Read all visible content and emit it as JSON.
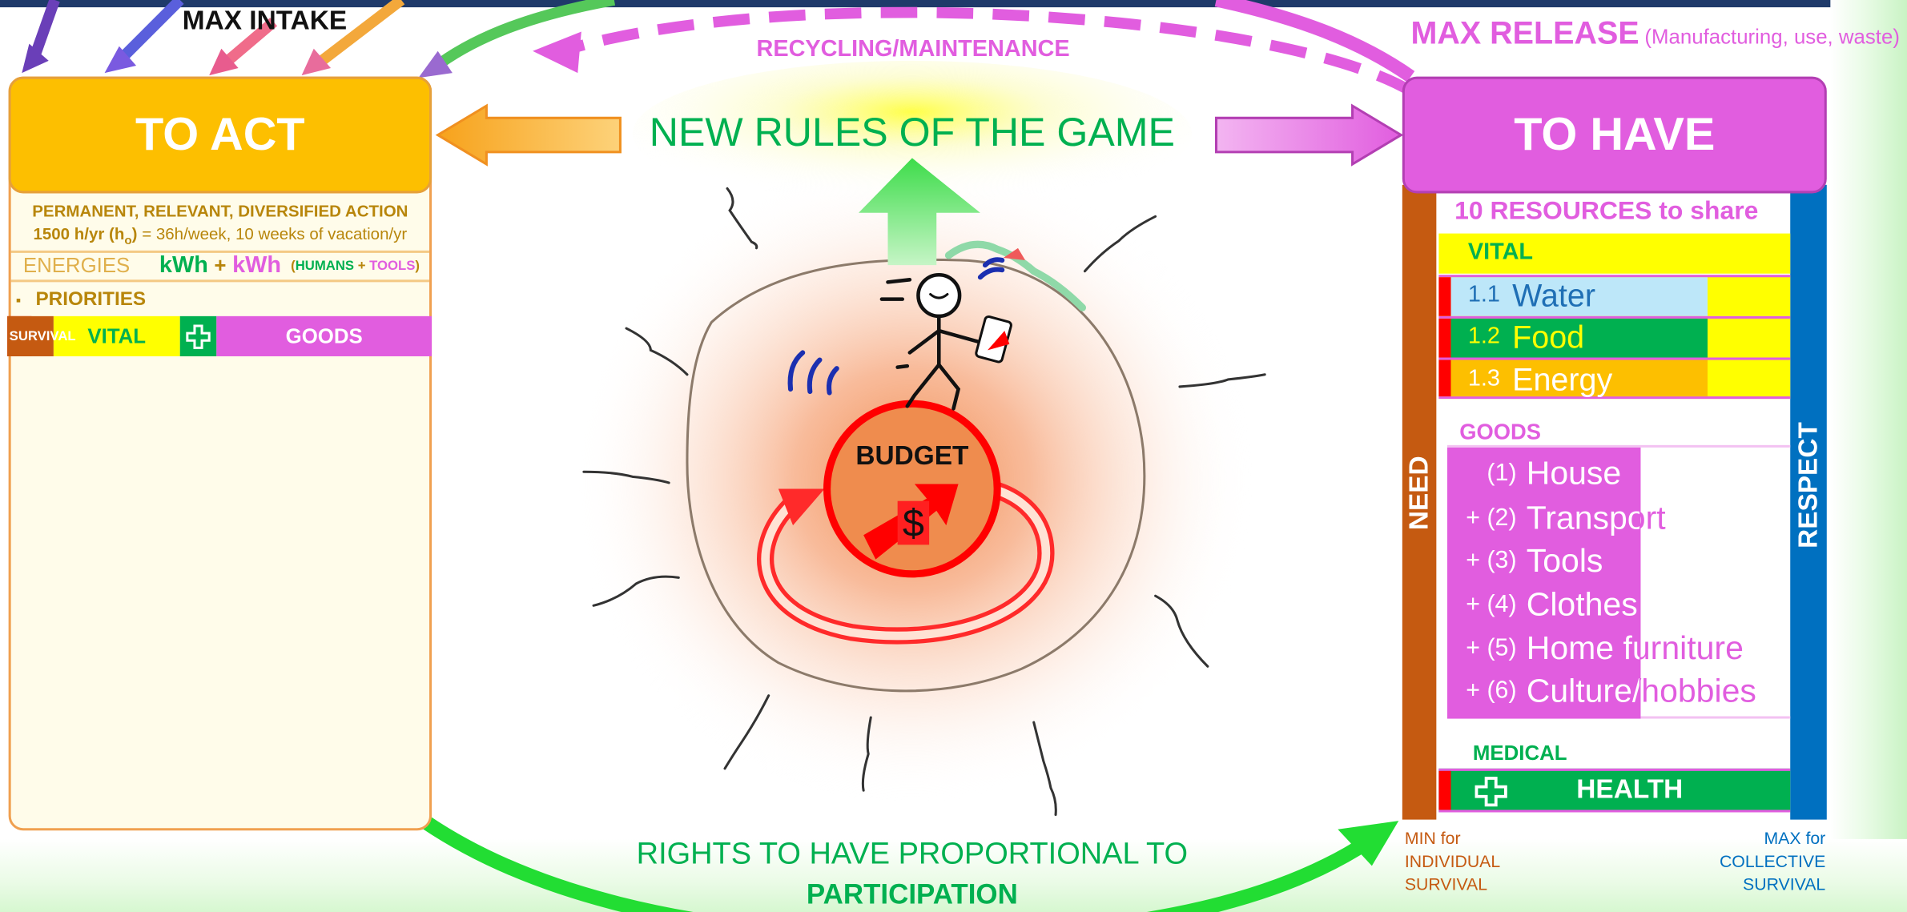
{
  "top": {
    "max_intake": "MAX INTAKE",
    "max_release": "MAX RELEASE",
    "max_release_note": "(Manufacturing, use, waste)",
    "recycling": "RECYCLING/MAINTENANCE"
  },
  "center": {
    "new_rules": "NEW RULES OF THE GAME",
    "budget": "BUDGET",
    "dollar": "$",
    "rights_line1": "RIGHTS TO HAVE PROPORTIONAL TO",
    "rights_line2": "PARTICIPATION"
  },
  "act": {
    "title": "TO ACT",
    "line1": "PERMANENT, RELEVANT, DIVERSIFIED ACTION",
    "line2_bold": "1500 h/yr (h",
    "line2_sub": "o",
    "line2_bold_end": ")",
    "line2_rest": " = 36h/week, 10 weeks of vacation/yr",
    "energies": "ENERGIES",
    "kwh1": "kWh",
    "plus": "+",
    "kwh2": "kWh",
    "paren_open": "(",
    "humans": "HUMANS",
    "plus_small": " + ",
    "tools": "TOOLS",
    "paren_close": ")",
    "bullet": "▪",
    "priorities": "PRIORITIES",
    "bar": {
      "survival": "SURVIVAL",
      "vital": "VITAL",
      "goods": "GOODS"
    }
  },
  "have": {
    "title": "TO HAVE",
    "need": "NEED",
    "respect": "RESPECT",
    "resources_title": "10 RESOURCES to share",
    "vital_label": "VITAL",
    "vital_items": [
      {
        "num": "1.1",
        "label": "Water"
      },
      {
        "num": "1.2",
        "label": "Food"
      },
      {
        "num": "1.3",
        "label": "Energy"
      }
    ],
    "goods_label": "GOODS",
    "goods_items": [
      {
        "prefix": "(1)",
        "label": "House"
      },
      {
        "prefix": "+ (2)",
        "label": "Transport"
      },
      {
        "prefix": "+ (3)",
        "label": "Tools"
      },
      {
        "prefix": "+ (4)",
        "label": "Clothes"
      },
      {
        "prefix": "+ (5)",
        "label": "Home furniture"
      },
      {
        "prefix": "+ (6)",
        "label": "Culture/hobbies"
      }
    ],
    "medical_label": "MEDICAL",
    "health": "HEALTH",
    "min_note": [
      "MIN for",
      "INDIVIDUAL",
      "SURVIVAL"
    ],
    "max_note": [
      "MAX for",
      "COLLECTIVE",
      "SURVIVAL"
    ]
  },
  "colors": {
    "act_orange": "#fdbf00",
    "have_magenta": "#e15ddf",
    "need_brown": "#c55a11",
    "respect_blue": "#0070c0",
    "green": "#00b050",
    "budget_red": "#ff0000"
  }
}
